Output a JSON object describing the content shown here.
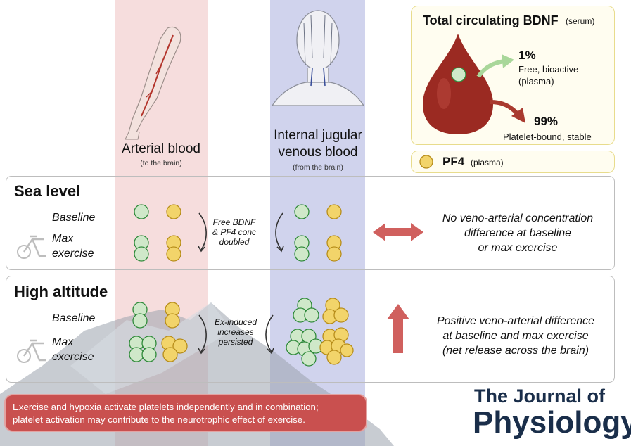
{
  "columns": {
    "arterial": {
      "title": "Arterial blood",
      "subtitle": "(to the brain)"
    },
    "venous": {
      "title_line1": "Internal jugular",
      "title_line2": "venous blood",
      "subtitle": "(from the brain)"
    }
  },
  "bdnf_box": {
    "title": "Total circulating BDNF",
    "title_note": "(serum)",
    "free_pct": "1%",
    "free_label_line1": "Free, bioactive",
    "free_label_line2": "(plasma)",
    "bound_pct": "99%",
    "bound_label": "Platelet-bound, stable"
  },
  "pf4_box": {
    "label": "PF4",
    "note": "(plasma)"
  },
  "sea_level": {
    "title": "Sea level",
    "baseline_label": "Baseline",
    "max_label_line1": "Max",
    "max_label_line2": "exercise",
    "note_line1": "Free BDNF",
    "note_line2": "& PF4 conc",
    "note_line3": "doubled",
    "side_line1": "No veno-arterial concentration",
    "side_line2": "difference at baseline",
    "side_line3": "or max exercise"
  },
  "high_altitude": {
    "title": "High altitude",
    "baseline_label": "Baseline",
    "max_label_line1": "Max",
    "max_label_line2": "exercise",
    "note_line1": "Ex-induced",
    "note_line2": "increases",
    "note_line3": "persisted",
    "side_line1": "Positive veno-arterial difference",
    "side_line2": "at baseline and max exercise",
    "side_line3": "(net release across the brain)"
  },
  "conclusion": {
    "line1": "Exercise and hypoxia activate platelets independently and in combination;",
    "line2": "platelet activation may contribute to the neurotrophic effect of exercise."
  },
  "journal": {
    "line1": "The Journal of",
    "line2": "Physiology"
  },
  "colors": {
    "bdnf_green": "#cfe8c9",
    "bdnf_green_stroke": "#2f8a3a",
    "pf4_yellow": "#f2d46a",
    "pf4_stroke": "#b78d1a",
    "arrow_red": "#d0605e",
    "blood": "#9b2a22"
  }
}
